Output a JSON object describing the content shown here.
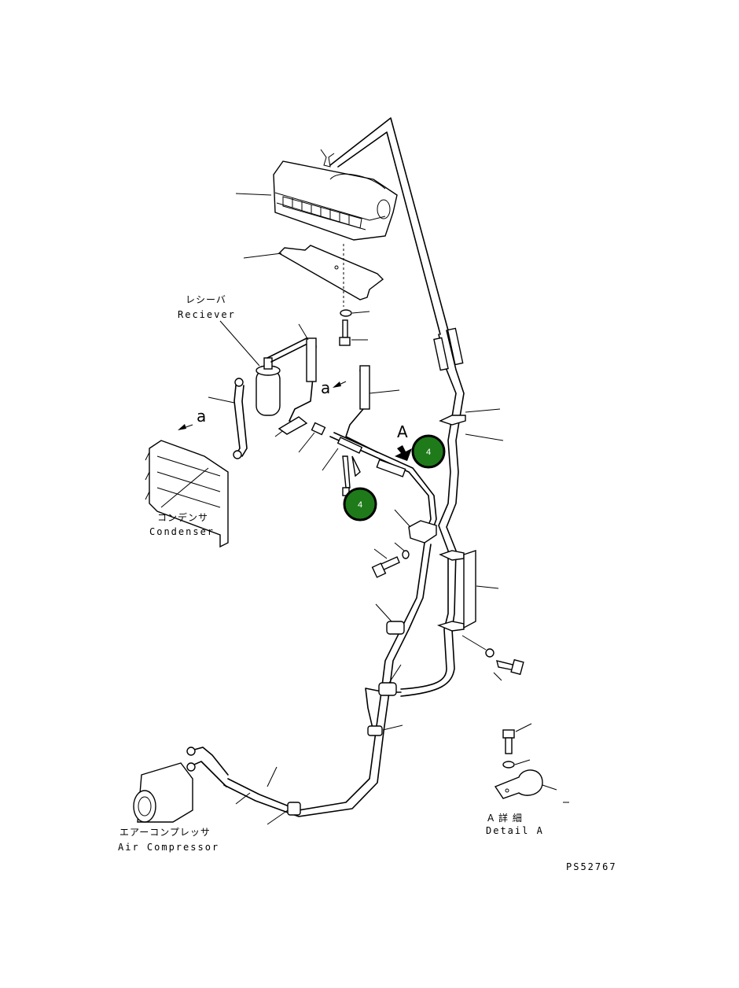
{
  "labels": {
    "receiver_jp": "レシーバ",
    "receiver_en": "Reciever",
    "condenser_jp": "コンデンサ",
    "condenser_en": "Condenser",
    "compressor_jp": "エアーコンプレッサ",
    "compressor_en": "Air Compressor",
    "detail_jp": "A 詳 細",
    "detail_en": "Detail A",
    "view_a": "A",
    "ref_a_1": "a",
    "ref_a_2": "a",
    "drawing_no": "PS52767"
  },
  "callouts": [
    {
      "number": "4"
    },
    {
      "number": "4"
    }
  ],
  "colors": {
    "badge_fill": "#1f7a1a",
    "line": "#000000"
  }
}
